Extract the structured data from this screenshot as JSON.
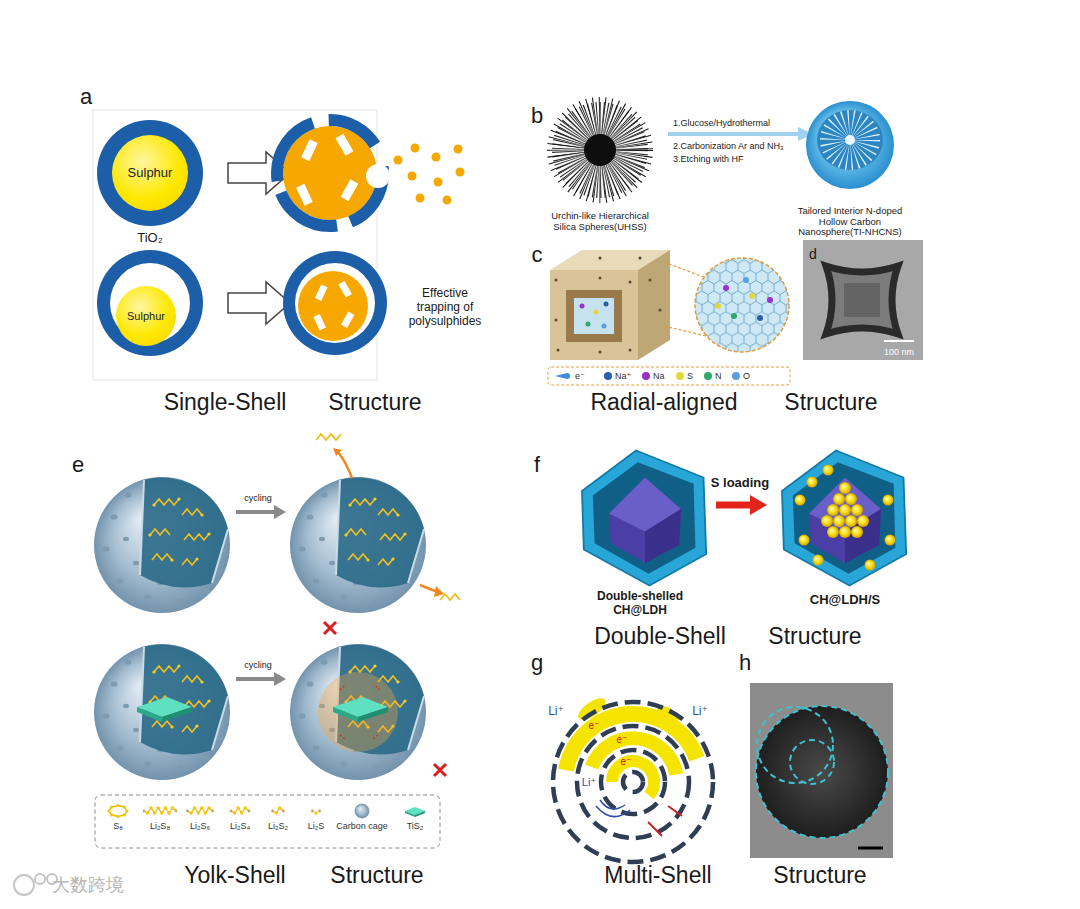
{
  "diagram": {
    "nodes": [
      {
        "text": [
          "Sulphur"
        ]
      },
      {
        "text": [
          "Sulphur"
        ]
      }
    ],
    "labels": [
      "a",
      "TiO₂",
      "Effective trapping of polysulphides",
      "Single-Shell",
      "Structure",
      "b",
      "Urchin-like Hierarchical Silica Spheres(UHSS)",
      "1.Glucose/Hydrothermal",
      "2.Carbonization Ar and NH₃",
      "3.Etching with HF",
      "Tailored Interior N-doped Hollow Carbon Nanosphere(TI-NHCNS)",
      "c",
      "d",
      "100 nm",
      "Radial-aligned",
      "Structure",
      "e",
      "cycling",
      "cycling",
      "Yolk-Shell",
      "Structure",
      "f",
      "S loading",
      "Double-shelled CH@LDH",
      "CH@LDH/S",
      "Double-Shell",
      "Structure",
      "g",
      "Li⁺",
      "Li⁺",
      "Li⁺",
      "e⁻",
      "e⁻",
      "e⁻",
      "Multi-Shell",
      "h",
      "Structure",
      "大数跨境"
    ],
    "legend": [
      {
        "text": "e⁻"
      },
      {
        "text": "Na⁺",
        "color": "#2b5ea8"
      },
      {
        "text": "Na",
        "color": "#9b30c8"
      },
      {
        "text": "S",
        "color": "#e3d83a"
      },
      {
        "text": "N",
        "color": "#2fa86a"
      },
      {
        "text": "O",
        "color": "#5aa0e0"
      },
      {
        "text": "S₈"
      },
      {
        "text": "Li₂S₈"
      },
      {
        "text": "Li₂S₆"
      },
      {
        "text": "Li₂S₄"
      },
      {
        "text": "Li₂S₂"
      },
      {
        "text": "Li₂S"
      },
      {
        "text": "Carbon cage"
      },
      {
        "text": "TiS₂"
      }
    ]
  }
}
